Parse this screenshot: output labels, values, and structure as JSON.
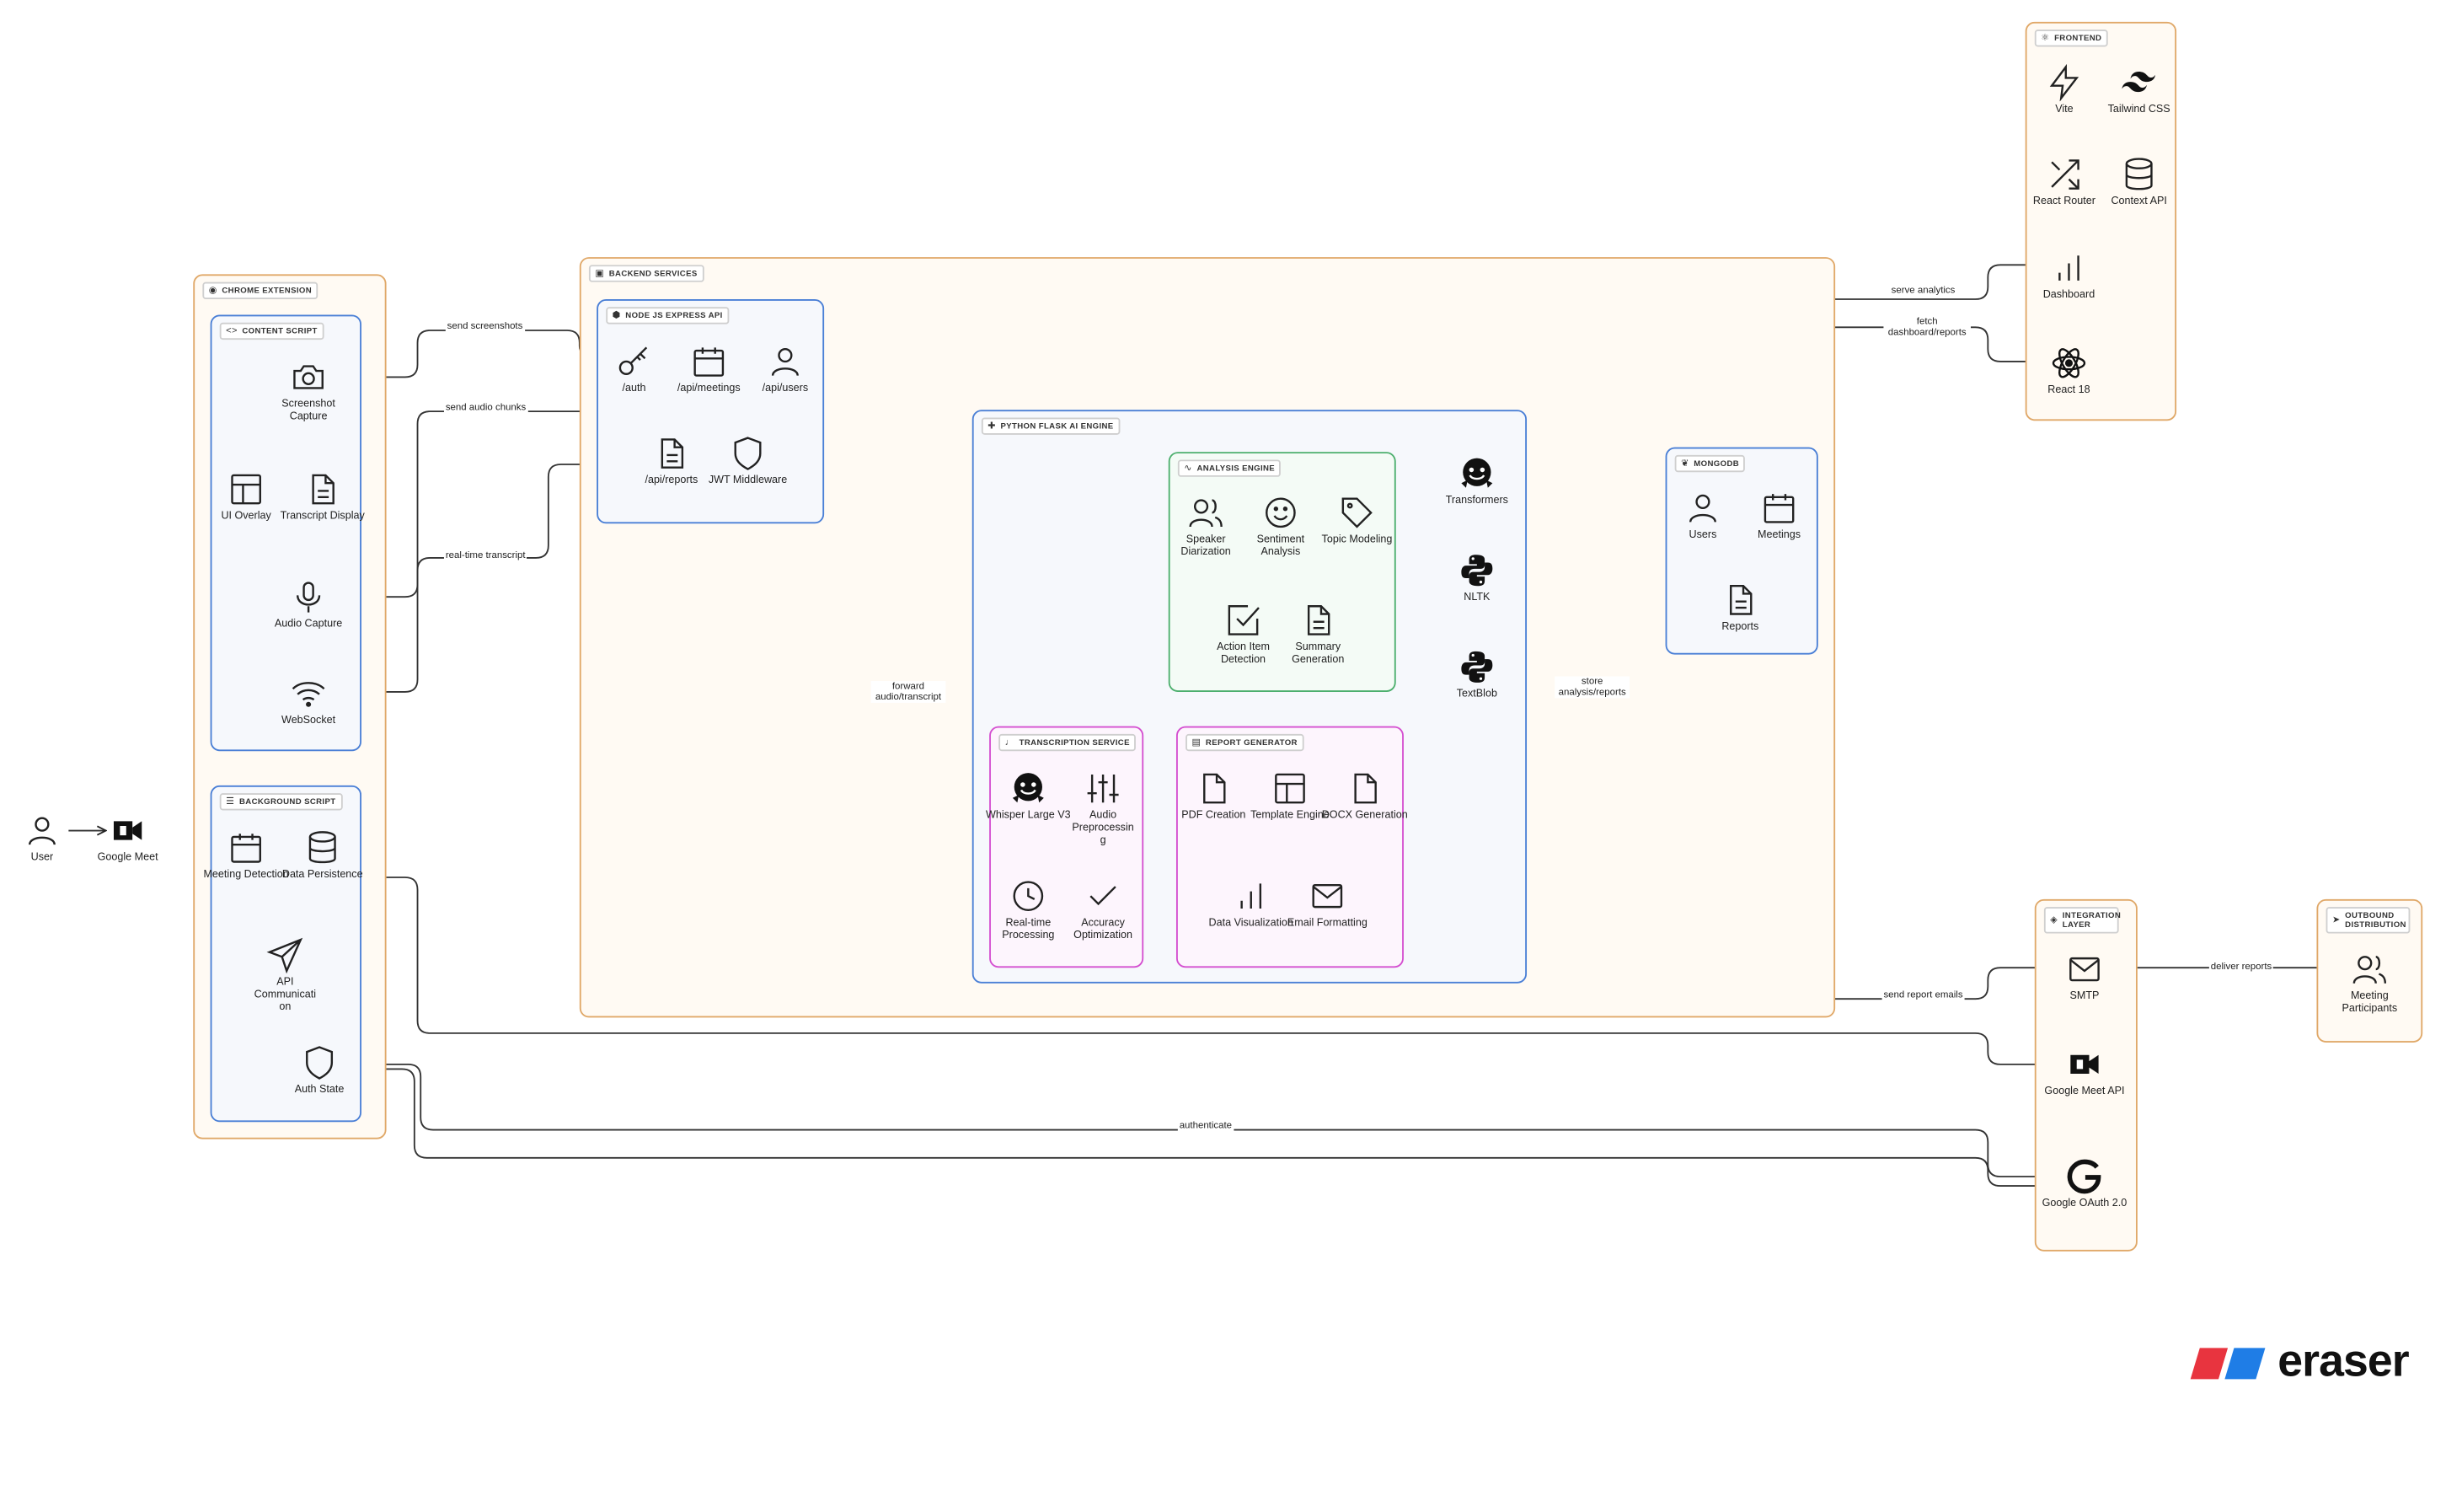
{
  "groups": {
    "chrome_extension": "CHROME EXTENSION",
    "content_script": "CONTENT SCRIPT",
    "background_script": "BACKGROUND SCRIPT",
    "backend_services": "BACKEND SERVICES",
    "node_api": "NODE JS EXPRESS API",
    "python_engine": "PYTHON FLASK AI ENGINE",
    "analysis_engine": "ANALYSIS ENGINE",
    "transcription_service": "TRANSCRIPTION SERVICE",
    "report_generator": "REPORT GENERATOR",
    "mongodb": "MONGODB",
    "frontend": "FRONTEND",
    "integration_layer": "INTEGRATION LAYER",
    "outbound_distribution": "OUTBOUND DISTRIBUTION"
  },
  "nodes": {
    "user": {
      "label": "User",
      "icon": "user-icon"
    },
    "google_meet": {
      "label": "Google Meet",
      "icon": "google-meet-icon"
    },
    "screenshot_capture": {
      "label": "Screenshot Capture",
      "icon": "camera-icon"
    },
    "ui_overlay": {
      "label": "UI Overlay",
      "icon": "layout-icon"
    },
    "transcript_display": {
      "label": "Transcript Display",
      "icon": "document-icon"
    },
    "audio_capture": {
      "label": "Audio Capture",
      "icon": "microphone-icon"
    },
    "websocket": {
      "label": "WebSocket",
      "icon": "wifi-icon"
    },
    "meeting_detection": {
      "label": "Meeting Detection",
      "icon": "calendar-icon"
    },
    "data_persistence": {
      "label": "Data Persistence",
      "icon": "database-icon"
    },
    "api_communication": {
      "label": "API Communication",
      "icon": "send-icon"
    },
    "auth_state": {
      "label": "Auth State",
      "icon": "shield-icon"
    },
    "auth": {
      "label": "/auth",
      "icon": "key-icon"
    },
    "api_meetings": {
      "label": "/api/meetings",
      "icon": "calendar-icon"
    },
    "api_users": {
      "label": "/api/users",
      "icon": "user-icon"
    },
    "api_reports": {
      "label": "/api/reports",
      "icon": "document-icon"
    },
    "jwt_middleware": {
      "label": "JWT Middleware",
      "icon": "shield-icon"
    },
    "speaker_diarization": {
      "label": "Speaker Diarization",
      "icon": "users-icon"
    },
    "sentiment_analysis": {
      "label": "Sentiment Analysis",
      "icon": "smile-icon"
    },
    "topic_modeling": {
      "label": "Topic Modeling",
      "icon": "tag-icon"
    },
    "action_item_detection": {
      "label": "Action Item Detection",
      "icon": "check-square-icon"
    },
    "summary_generation": {
      "label": "Summary Generation",
      "icon": "document-icon"
    },
    "transformers": {
      "label": "Transformers",
      "icon": "huggingface-icon"
    },
    "nltk": {
      "label": "NLTK",
      "icon": "python-icon"
    },
    "textblob": {
      "label": "TextBlob",
      "icon": "python-icon"
    },
    "whisper": {
      "label": "Whisper Large V3",
      "icon": "huggingface-icon"
    },
    "audio_preprocessing": {
      "label": "Audio Preprocessing",
      "icon": "sliders-icon"
    },
    "realtime_processing": {
      "label": "Real-time Processing",
      "icon": "clock-icon"
    },
    "accuracy_optimization": {
      "label": "Accuracy Optimization",
      "icon": "check-icon"
    },
    "pdf_creation": {
      "label": "PDF Creation",
      "icon": "document-icon"
    },
    "template_engine": {
      "label": "Template Engine",
      "icon": "layout-icon"
    },
    "docx_generation": {
      "label": "DOCX Generation",
      "icon": "document-icon"
    },
    "data_visualization": {
      "label": "Data Visualization",
      "icon": "bar-chart-icon"
    },
    "email_formatting": {
      "label": "Email Formatting",
      "icon": "mail-icon"
    },
    "users_db": {
      "label": "Users",
      "icon": "user-icon"
    },
    "meetings_db": {
      "label": "Meetings",
      "icon": "calendar-icon"
    },
    "reports_db": {
      "label": "Reports",
      "icon": "document-icon"
    },
    "vite": {
      "label": "Vite",
      "icon": "lightning-icon"
    },
    "tailwind": {
      "label": "Tailwind CSS",
      "icon": "tailwind-icon"
    },
    "react_router": {
      "label": "React Router",
      "icon": "shuffle-icon"
    },
    "context_api": {
      "label": "Context API",
      "icon": "database-icon"
    },
    "dashboard": {
      "label": "Dashboard",
      "icon": "bar-chart-icon"
    },
    "react18": {
      "label": "React 18",
      "icon": "react-icon"
    },
    "smtp": {
      "label": "SMTP",
      "icon": "mail-icon"
    },
    "google_meet_api": {
      "label": "Google Meet API",
      "icon": "google-meet-icon"
    },
    "google_oauth": {
      "label": "Google OAuth 2.0",
      "icon": "google-icon"
    },
    "meeting_participants": {
      "label": "Meeting Participants",
      "icon": "users-icon"
    }
  },
  "edges": {
    "send_screenshots": "send screenshots",
    "send_audio_chunks": "send audio chunks",
    "realtime_transcript": "real-time transcript",
    "forward_audio": "forward audio/transcript",
    "store_analysis": "store analysis/reports",
    "serve_analytics": "serve analytics",
    "fetch_dashboard": "fetch dashboard/reports",
    "send_report_emails": "send report emails",
    "deliver_reports": "deliver reports",
    "authenticate": "authenticate"
  },
  "brand": {
    "name": "eraser"
  },
  "colors": {
    "orange": "#e0a868",
    "blue": "#4a7fd6",
    "green": "#4caf6d",
    "magenta": "#d44fd0",
    "eraser_red": "#e8343f",
    "eraser_blue": "#1f7de6"
  }
}
